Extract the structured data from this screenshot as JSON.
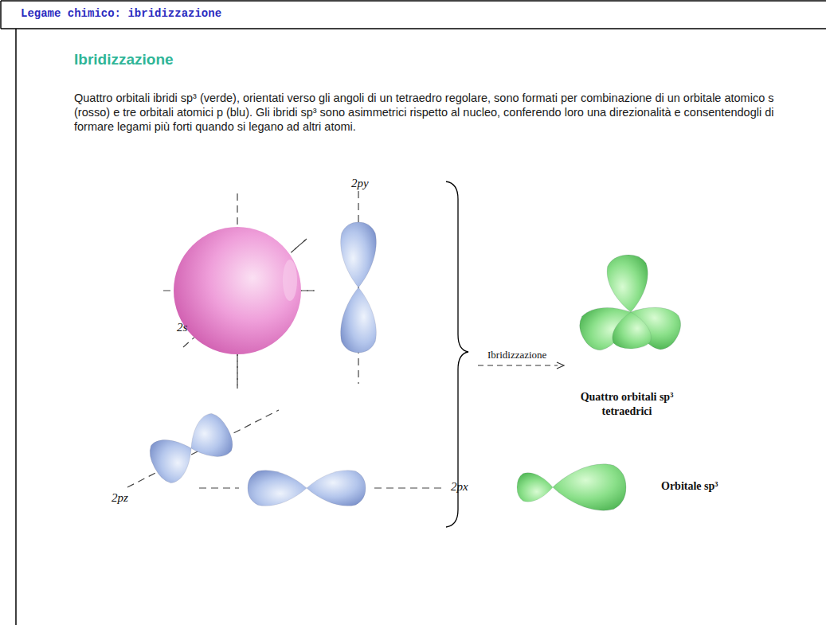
{
  "diagram": {
    "title": "Legame chimico: ibridizzazione",
    "labels": [
      "Ibridizzazione",
      "Quattro orbitali ibridi sp³ (verde), orientati verso gli angoli di un tetraedro regolare, sono formati per combinazione di un orbitale atomico s (rosso) e tre orbitali atomici p (blu). Gli ibridi sp³ sono asimmetrici rispetto al nucleo, conferendo loro una direzionalità e consentendogli di formare legami più forti quando si legano ad altri atomi.",
      "2py",
      "2s",
      "2pz",
      "2px",
      "Ibridizzazione",
      "Quattro orbitali sp³ tetraedrici",
      "Orbitale sp³"
    ]
  }
}
